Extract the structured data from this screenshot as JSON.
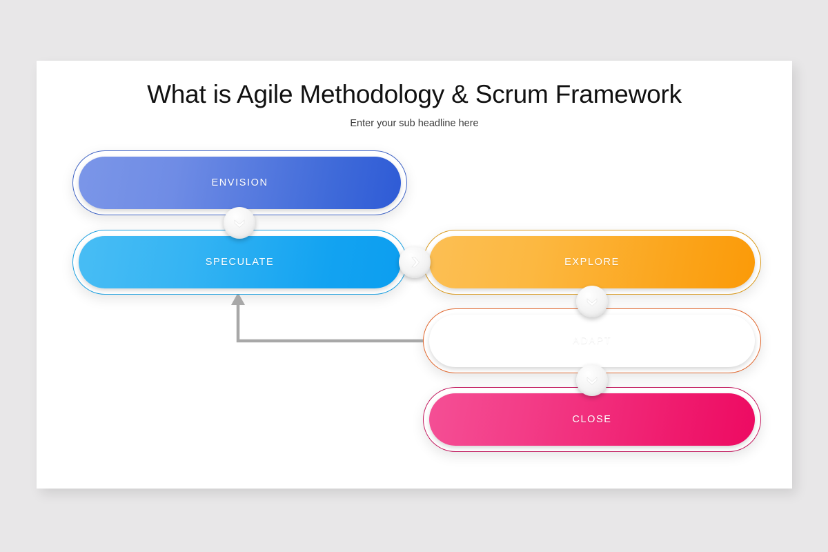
{
  "background_color": "#e8e7e8",
  "slide": {
    "background_color": "#ffffff",
    "title": "What is Agile Methodology & Scrum Framework",
    "subtitle": "Enter your sub headline here"
  },
  "diagram": {
    "stages": [
      {
        "id": "envision",
        "label": "ENVISION",
        "column": "left",
        "outline_color": "#3f63c4",
        "gradient_from": "#7b96e8",
        "gradient_to": "#2e5bd6"
      },
      {
        "id": "speculate",
        "label": "SPECULATE",
        "column": "left",
        "outline_color": "#1a9fe0",
        "gradient_from": "#48bdf4",
        "gradient_to": "#0c9ef0"
      },
      {
        "id": "explore",
        "label": "EXPLORE",
        "column": "right",
        "outline_color": "#d99a1e",
        "gradient_from": "#fcbf54",
        "gradient_to": "#fb9a08"
      },
      {
        "id": "adapt",
        "label": "ADAPT",
        "column": "right",
        "outline_color": "#e0682f",
        "gradient_from": "#f79e74",
        "gradient_to": "#f96a27"
      },
      {
        "id": "close",
        "label": "CLOSE",
        "column": "right",
        "outline_color": "#c2195e",
        "gradient_from": "#f44f95",
        "gradient_to": "#ed0a62"
      }
    ],
    "connectors": [
      {
        "id": "envision-to-speculate",
        "icon": "chevron-down-icon",
        "direction": "down"
      },
      {
        "id": "speculate-to-explore",
        "icon": "chevron-right-icon",
        "direction": "right"
      },
      {
        "id": "explore-to-adapt",
        "icon": "chevron-down-icon",
        "direction": "down"
      },
      {
        "id": "adapt-to-close",
        "icon": "chevron-down-icon",
        "direction": "down"
      }
    ],
    "feedback_loop": {
      "id": "adapt-to-speculate",
      "icon": "feedback-arrow-icon",
      "color": "#a8a8a8",
      "from": "adapt",
      "to": "speculate"
    },
    "badge_glyph_color": "#ffffff"
  }
}
